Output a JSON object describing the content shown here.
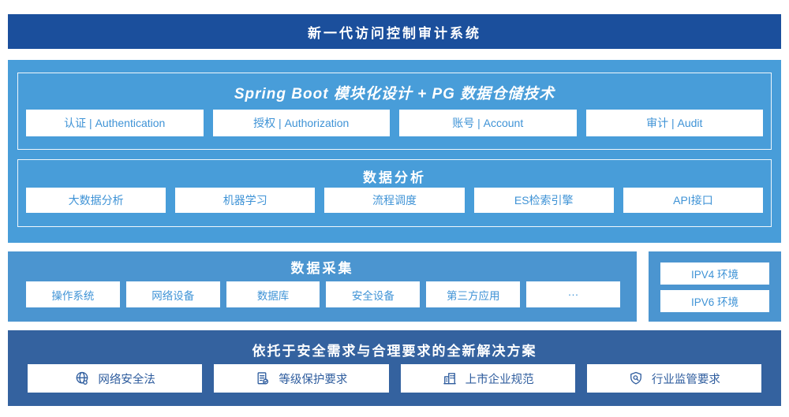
{
  "colors": {
    "header_blue": "#1b4f9c",
    "platform_blue": "#489dd9",
    "collection_blue": "#4b95d0",
    "solution_blue": "#34629f",
    "box_text_blue": "#3f93d6",
    "solution_text_blue": "#2f5d9e"
  },
  "header": {
    "title": "新一代访问控制审计系统"
  },
  "platform": {
    "spring": {
      "title": "Spring Boot 模块化设计 + PG 数据仓储技术",
      "modules": [
        "认证 | Authentication",
        "授权 | Authorization",
        "账号 | Account",
        "审计 | Audit"
      ]
    },
    "analysis": {
      "title": "数据分析",
      "modules": [
        "大数据分析",
        "机器学习",
        "流程调度",
        "ES检索引擎",
        "API接口"
      ]
    }
  },
  "collection": {
    "title": "数据采集",
    "sources": [
      "操作系统",
      "网络设备",
      "数据库",
      "安全设备",
      "第三方应用",
      "···"
    ]
  },
  "environments": {
    "items": [
      "IPV4 环境",
      "IPV6 环境"
    ]
  },
  "solution": {
    "title": "依托于安全需求与合理要求的全新解决方案",
    "items": [
      {
        "icon": "globe-icon",
        "label": "网络安全法"
      },
      {
        "icon": "document-check-icon",
        "label": "等级保护要求"
      },
      {
        "icon": "building-icon",
        "label": "上市企业规范"
      },
      {
        "icon": "shield-search-icon",
        "label": "行业监管要求"
      }
    ]
  }
}
